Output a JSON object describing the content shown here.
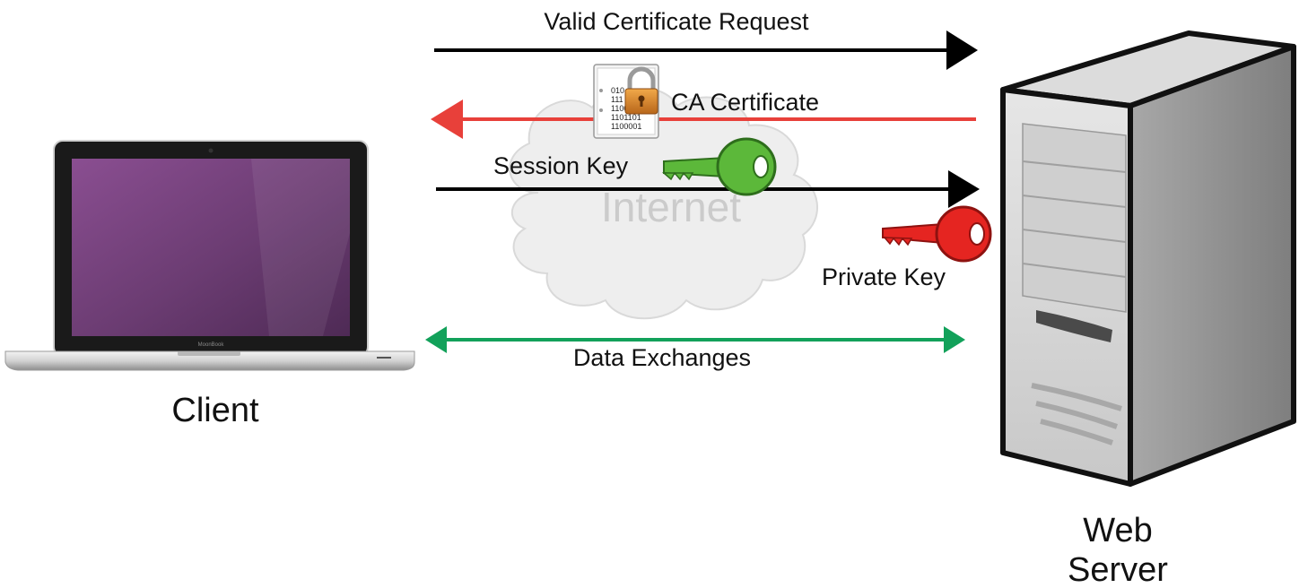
{
  "labels": {
    "valid_request": "Valid Certificate Request",
    "ca_certificate": "CA Certificate",
    "session_key": "Session Key",
    "internet": "Internet",
    "private_key": "Private Key",
    "data_exchanges": "Data Exchanges",
    "client": "Client",
    "server_line1": "Web",
    "server_line2": "Server",
    "laptop_brand": "MoonBook"
  },
  "certificate_icon": {
    "name": "certificate-lock-icon",
    "binary_rows": [
      "010",
      "111",
      "1100110",
      "1101101",
      "1100001"
    ]
  },
  "colors": {
    "request_arrow": "#000000",
    "certificate_arrow": "#e8403a",
    "session_arrow": "#000000",
    "data_arrow": "#12a15a",
    "session_key": "#5cb83a",
    "private_key": "#e52521",
    "cloud": "#eeeeee",
    "screen": "#6b3c72"
  }
}
